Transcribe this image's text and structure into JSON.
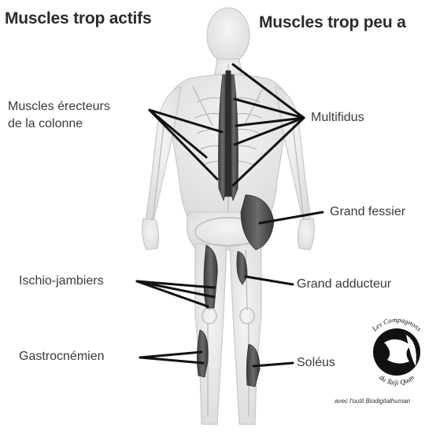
{
  "headings": {
    "overactive": "Muscles trop actifs",
    "underactive": "Muscles trop peu a"
  },
  "labels": {
    "erector_spinae_line1": "Muscles érecteurs",
    "erector_spinae_line2": "de la colonne",
    "multifidus": "Multifidus",
    "gluteus_maximus": "Grand fessier",
    "hamstrings": "Ischio-jambiers",
    "adductor_magnus": "Grand adducteur",
    "gastrocnemius": "Gastrocnémien",
    "soleus": "Soléus"
  },
  "logo": {
    "top_text": "Les Compagnons",
    "bottom_text": "du Taiji Quan",
    "credit": "avec l'outil Biodigitalhuman"
  },
  "colors": {
    "highlighted_muscle": "#4a4a4a",
    "skeleton": "#e6e6e6",
    "pointer_line": "#111111"
  }
}
